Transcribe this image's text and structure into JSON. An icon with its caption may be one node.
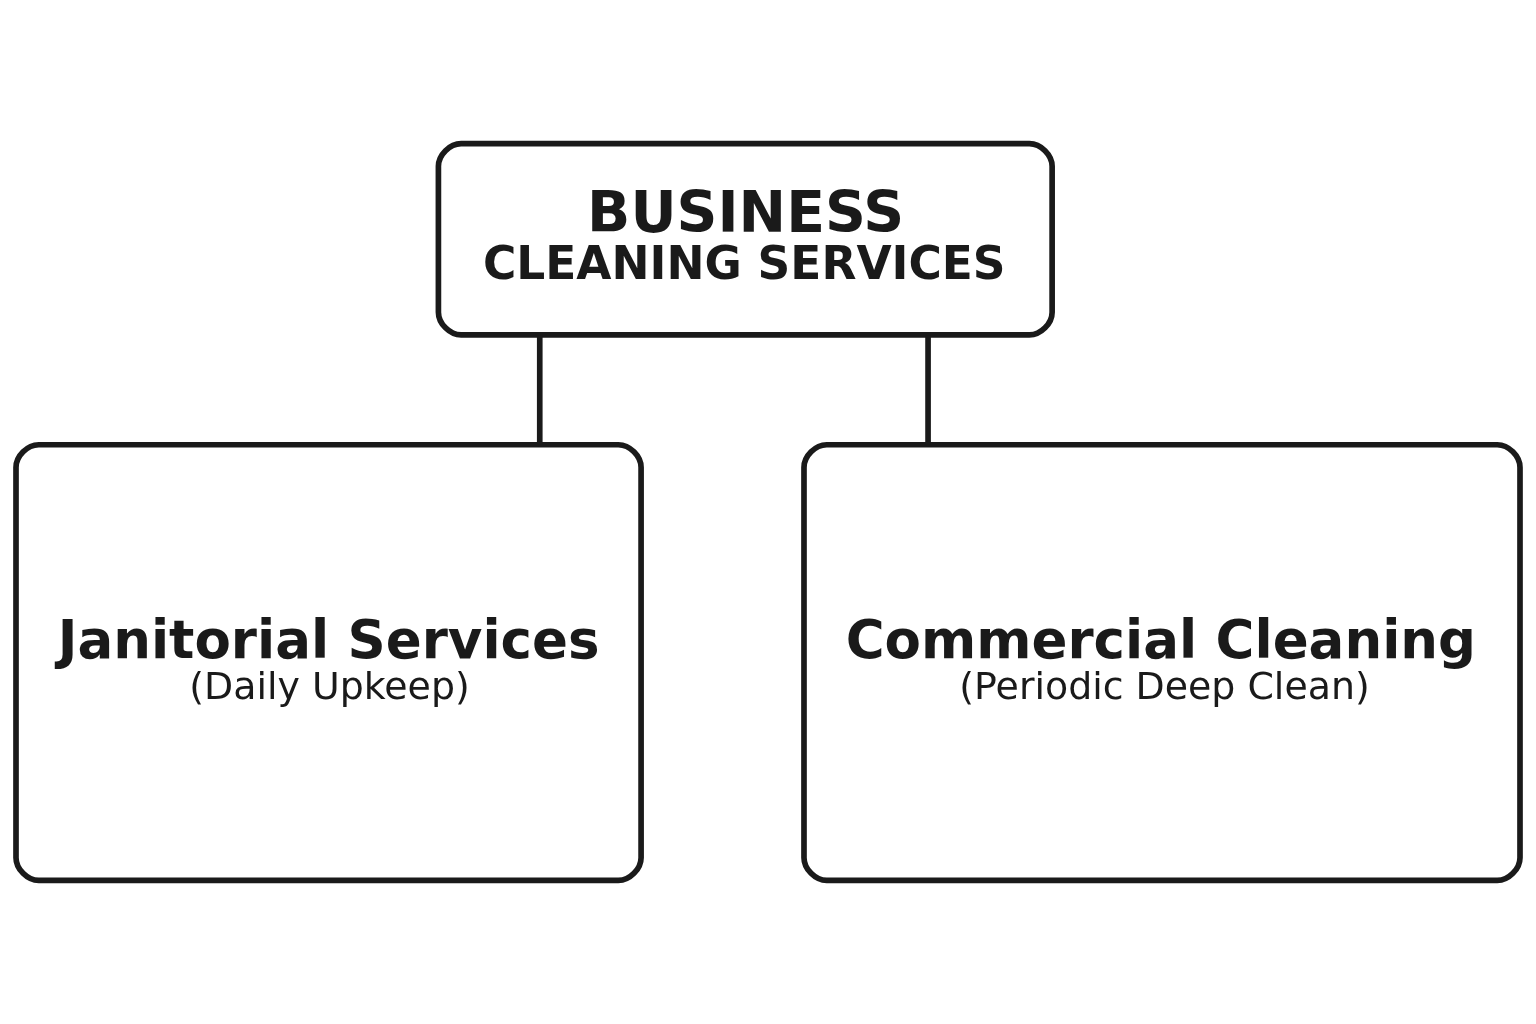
{
  "diagram": {
    "nodes": [
      {
        "text": [
          "BUSINESS",
          "CLEANING SERVICES"
        ]
      },
      {
        "text": [
          "Janitorial Services",
          "(Daily Upkeep)"
        ]
      },
      {
        "text": [
          "Commercial Cleaning",
          "(Periodic Deep Clean)"
        ]
      }
    ],
    "edges": [
      {
        "from": 0,
        "to": 1,
        "arrow": "none"
      },
      {
        "from": 0,
        "to": 2,
        "arrow": "none"
      }
    ]
  }
}
